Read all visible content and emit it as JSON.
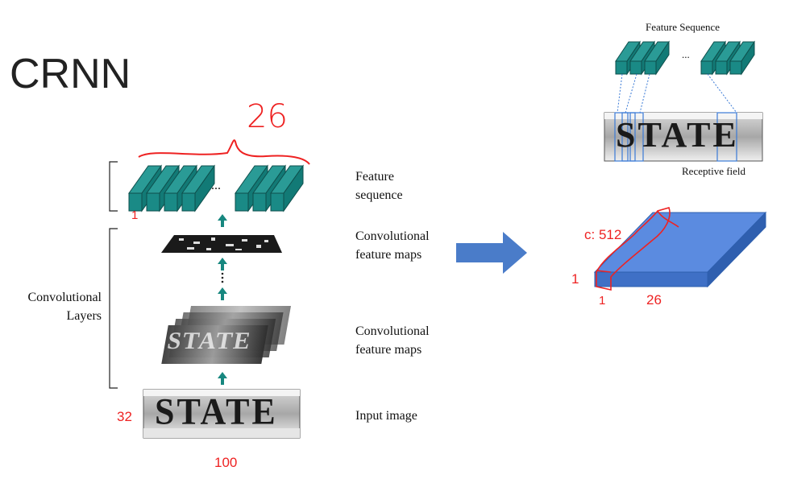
{
  "title": "CRNN",
  "left": {
    "feature_sequence_label": [
      "Feature",
      "sequence"
    ],
    "conv_maps_label_top": [
      "Convolutional",
      "feature maps"
    ],
    "conv_maps_label_mid": [
      "Convolutional",
      "feature maps"
    ],
    "input_image_label": "Input image",
    "conv_layers_label": [
      "Convolutional",
      "Layers"
    ],
    "ellipsis": "..."
  },
  "right": {
    "feature_sequence_label": "Feature Sequence",
    "receptive_field_label": "Receptive field",
    "ellipsis": "..."
  },
  "image_text": "STATE",
  "annotations": {
    "sequence_length": "26",
    "index_one": "1",
    "height": "32",
    "width": "100",
    "channels": "c: 512",
    "map_height": "1",
    "map_width": "26",
    "column_index": "1"
  },
  "colors": {
    "teal": "#1a8a86",
    "teal_dark": "#0e5f5c",
    "arrow_blue": "#4a7cc9",
    "block_blue": "#4f7fcf",
    "red_annotation": "#ee2222"
  }
}
